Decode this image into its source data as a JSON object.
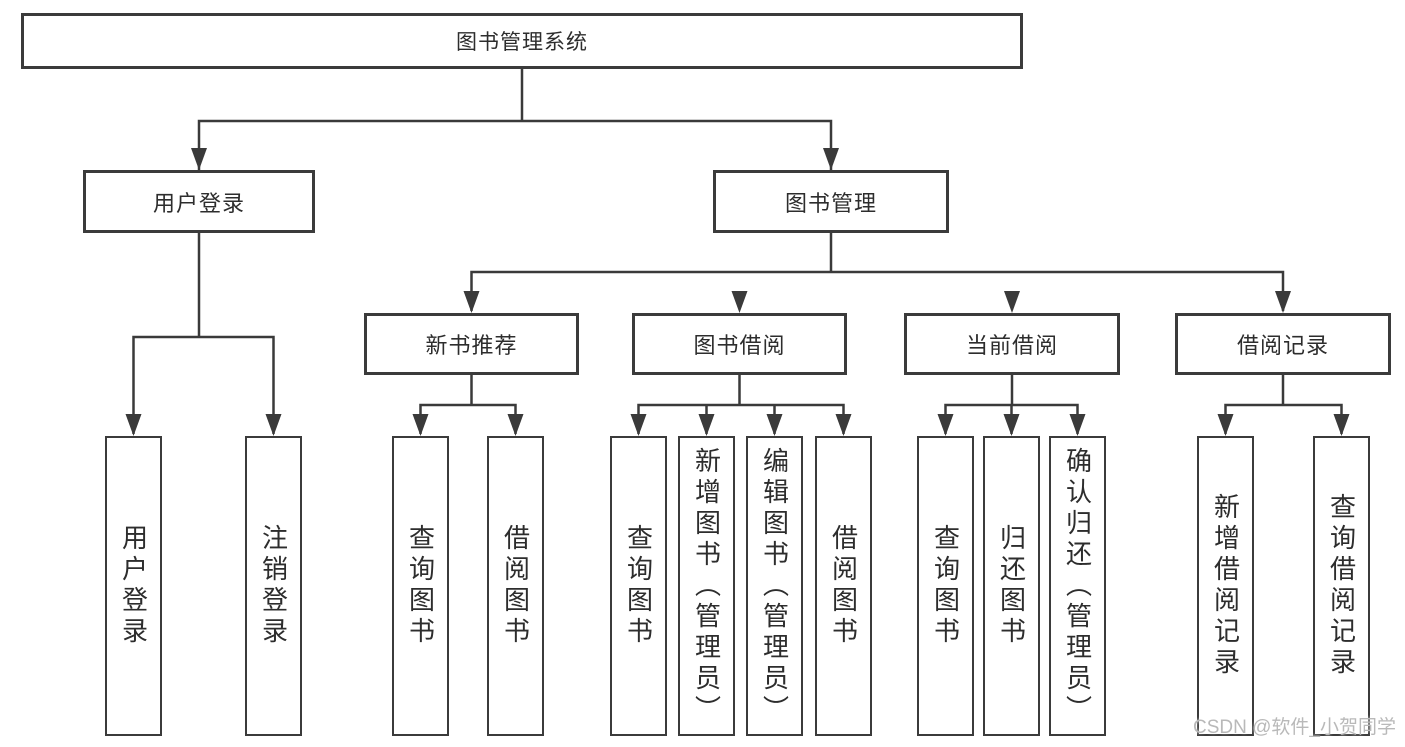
{
  "diagram": {
    "root": {
      "label": "图书管理系统"
    },
    "level2": [
      {
        "label": "用户登录"
      },
      {
        "label": "图书管理"
      }
    ],
    "level3": [
      {
        "label": "新书推荐"
      },
      {
        "label": "图书借阅"
      },
      {
        "label": "当前借阅"
      },
      {
        "label": "借阅记录"
      }
    ],
    "leaves": {
      "user_login": [
        {
          "label": "用户登录"
        },
        {
          "label": "注销登录"
        }
      ],
      "new_book_recommend": [
        {
          "label": "查询图书"
        },
        {
          "label": "借阅图书"
        }
      ],
      "book_borrowing": [
        {
          "label": "查询图书"
        },
        {
          "label": "新增图书（管理员）"
        },
        {
          "label": "编辑图书（管理员）"
        },
        {
          "label": "借阅图书"
        }
      ],
      "current_borrowing": [
        {
          "label": "查询图书"
        },
        {
          "label": "归还图书"
        },
        {
          "label": "确认归还（管理员）"
        }
      ],
      "borrowing_records": [
        {
          "label": "新增借阅记录"
        },
        {
          "label": "查询借阅记录"
        }
      ]
    }
  },
  "watermark": {
    "text": "CSDN @软件_小贺同学"
  },
  "colors": {
    "background": "#ffffff",
    "border": "#3b3b3b",
    "line": "#3a3a3a",
    "text": "#2d2d2d",
    "watermark": "#b9b9b9"
  }
}
